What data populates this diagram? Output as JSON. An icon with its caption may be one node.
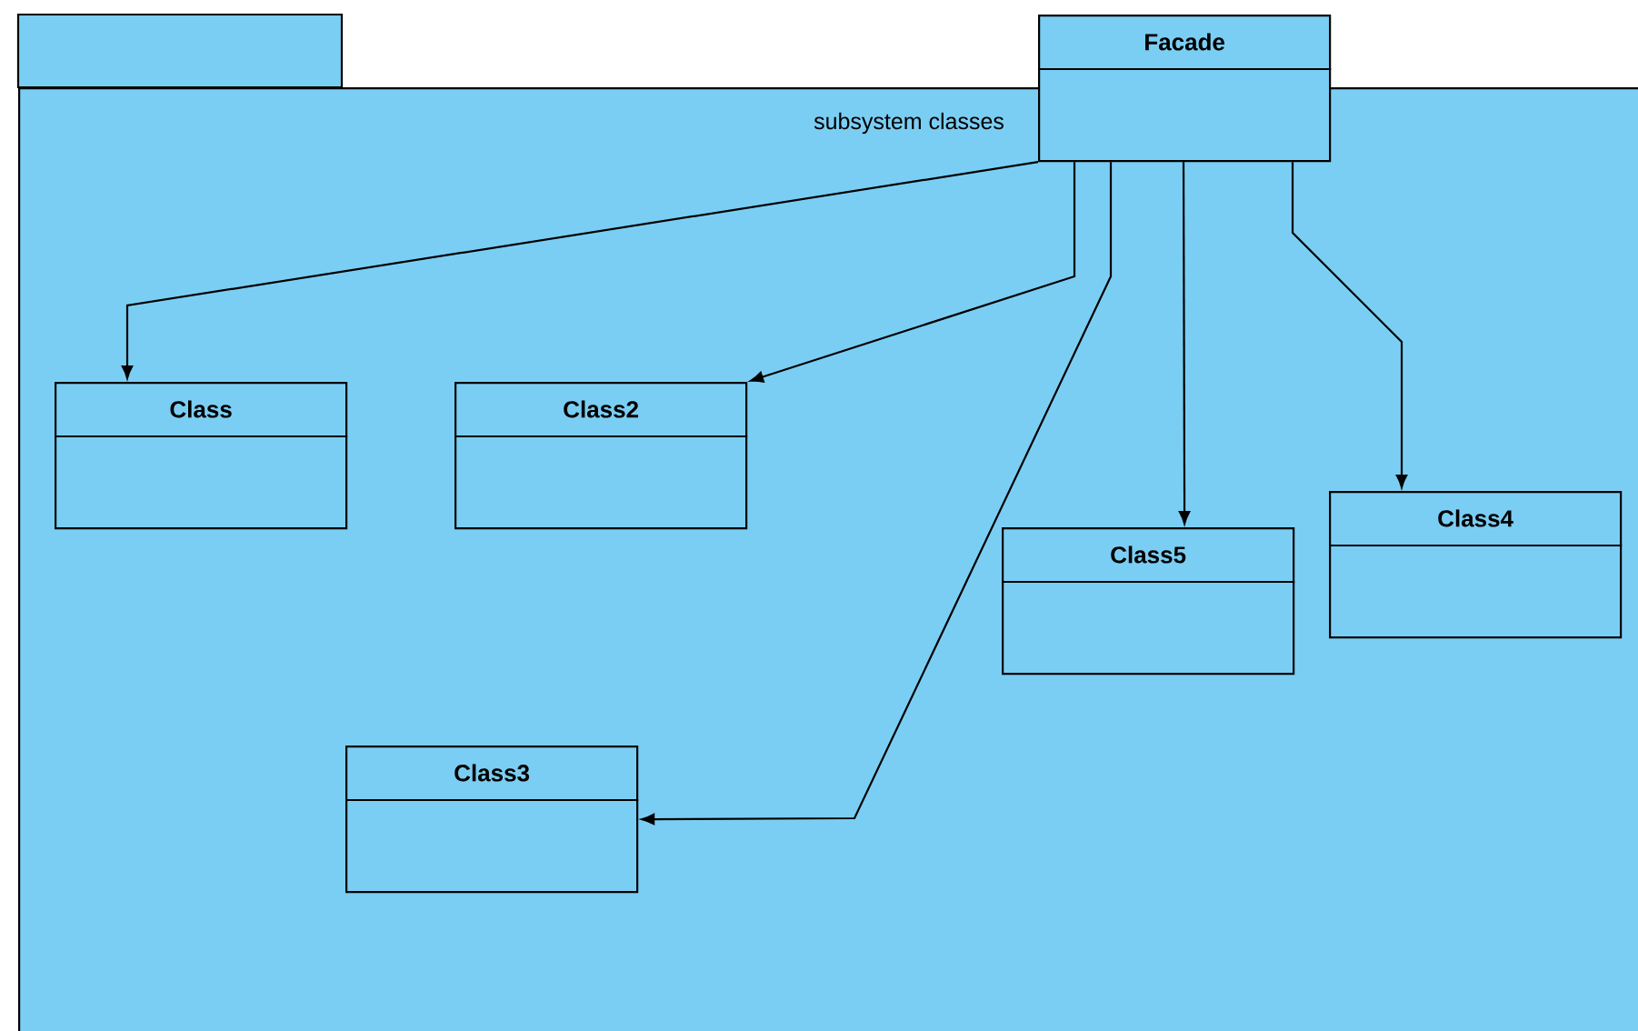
{
  "diagram": {
    "nodes": [
      {
        "text": [
          "subsystem classes"
        ]
      },
      {
        "text": [
          "Facade"
        ]
      },
      {
        "text": [
          "Class"
        ],
        "in": 0
      },
      {
        "text": [
          "Class2"
        ],
        "in": 0
      },
      {
        "text": [
          "Class4"
        ],
        "in": 0
      },
      {
        "text": [
          "Class5"
        ],
        "in": 0
      },
      {
        "text": [
          "Class3"
        ],
        "in": 0
      }
    ],
    "edges": [
      {
        "from": 1,
        "to": 2,
        "arrow": "to"
      },
      {
        "from": 1,
        "to": 3,
        "arrow": "to"
      },
      {
        "from": 1,
        "to": 6,
        "arrow": "to"
      },
      {
        "from": 1,
        "to": 5,
        "arrow": "to"
      },
      {
        "from": 1,
        "to": 4,
        "arrow": "to"
      }
    ]
  }
}
